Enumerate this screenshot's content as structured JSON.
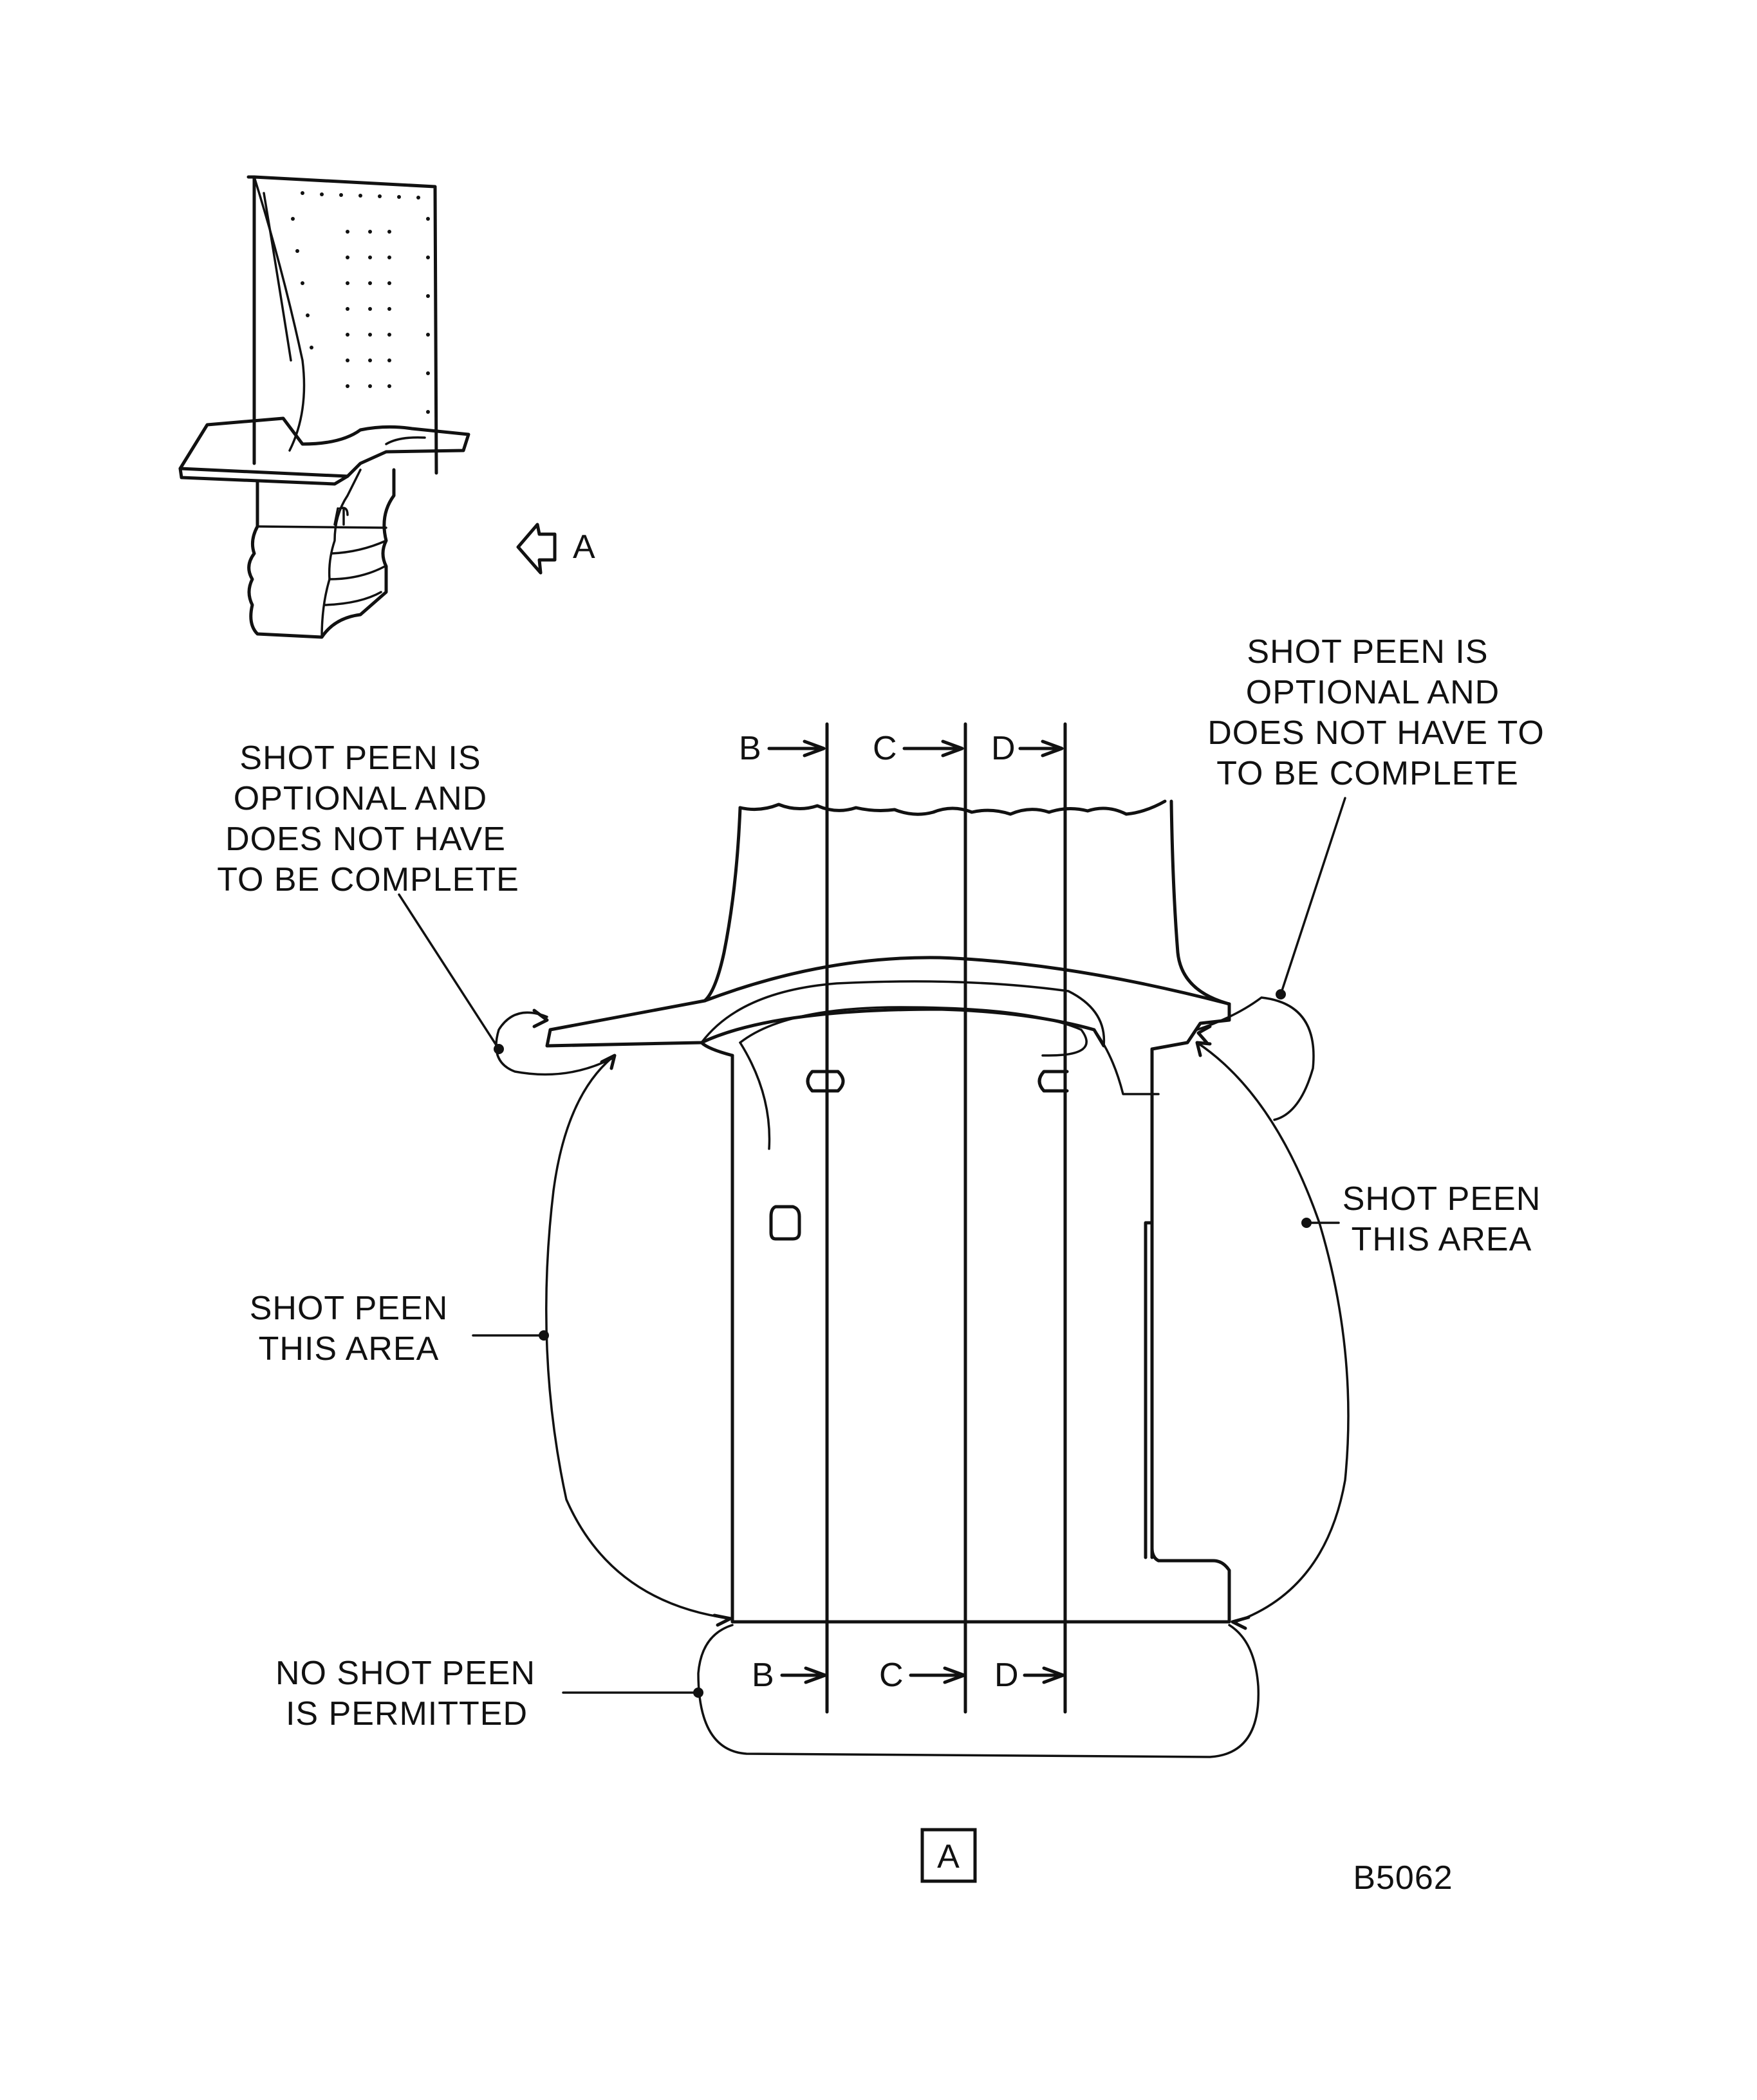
{
  "view_arrow_label": "A",
  "view_box_label": "A",
  "figure_id": "B5062",
  "top_left_note": [
    "SHOT PEEN IS",
    "OPTIONAL AND",
    "DOES NOT HAVE",
    "TO BE COMPLETE"
  ],
  "top_right_note": [
    "SHOT PEEN IS",
    "OPTIONAL AND",
    "DOES NOT HAVE TO",
    "TO BE COMPLETE"
  ],
  "left_area_note": [
    "SHOT PEEN",
    "THIS AREA"
  ],
  "right_area_note": [
    "SHOT PEEN",
    "THIS AREA"
  ],
  "bottom_note": [
    "NO SHOT PEEN",
    "IS PERMITTED"
  ],
  "section_marks_top": [
    "B",
    "C",
    "D"
  ],
  "section_marks_bottom": [
    "B",
    "C",
    "D"
  ]
}
